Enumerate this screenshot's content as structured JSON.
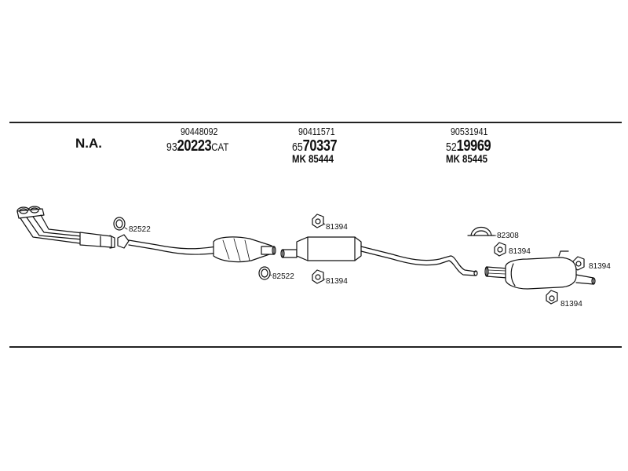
{
  "header": {
    "na_label": "N.A.",
    "groups": [
      {
        "oem": "90448092",
        "prefix": "93",
        "number": "20223",
        "suffix": "CAT",
        "mk": ""
      },
      {
        "oem": "90411571",
        "prefix": "65",
        "number": "70337",
        "suffix": "",
        "mk": "MK  85444"
      },
      {
        "oem": "90531941",
        "prefix": "52",
        "number": "19969",
        "suffix": "",
        "mk": "MK  85445"
      }
    ]
  },
  "callouts": {
    "gasket_front_upper": "82522",
    "gasket_front_lower": "82522",
    "hanger_mid_upper": "81394",
    "hanger_mid_lower": "81394",
    "clamp_rear": "82308",
    "hanger_rear_a": "81394",
    "hanger_rear_b": "81394",
    "hanger_rear_c": "81394"
  }
}
